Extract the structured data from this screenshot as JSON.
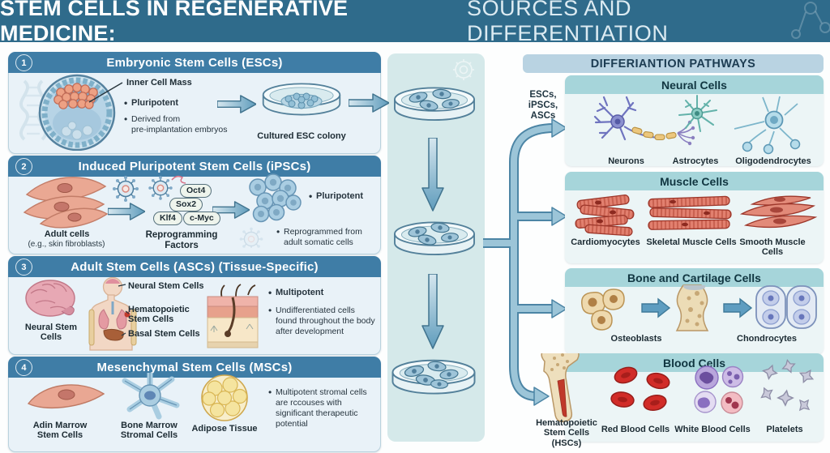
{
  "header": {
    "title_strong": "STEM CELLS IN REGENERATIVE MEDICINE:",
    "title_rest": "SOURCES AND DIFFERENTIATION"
  },
  "panel1": {
    "num": "1",
    "title": "Embryonic Stem Cells (ESCs)",
    "callout": "Inner Cell Mass",
    "bullet_bold": "Pluripotent",
    "bullet": "Derived from\npre-implantation embryos",
    "caption": "Cultured ESC colony"
  },
  "panel2": {
    "num": "2",
    "title": "Induced Pluripotent Stem Cells (iPSCs)",
    "cells_label": "Adult cells",
    "cells_sublabel": "(e.g., skin fibroblasts)",
    "factors": [
      "Oct4",
      "Sox2",
      "Klf4",
      "c-Myc"
    ],
    "factors_label": "Reprogramming\nFactors",
    "bullet_bold": "Pluripotent",
    "bullet": "Reprogrammed from\nadult somatic cells"
  },
  "panel3": {
    "num": "3",
    "title": "Adult Stem Cells (ASCs) (Tissue-Specific)",
    "brain_label": "Neural Stem\nCells",
    "callout1": "Neural Stem Cells",
    "callout2": "Hematopoietic\nStem Cells",
    "callout3": "Basal Stem Cells",
    "bullet_bold": "Multipotent",
    "bullet": "Undifferentiated cells\nfound throughout the body\nafter development"
  },
  "panel4": {
    "num": "4",
    "title": "Mesenchymal Stem Cells (MSCs)",
    "item1": "Adin Marrow\nStem Cells",
    "item2": "Bone Marrow\nStromal Cells",
    "item3": "Adipose Tissue",
    "bullet": "Multipotent stromal cells\nare rccouses with\nsignificant therapeutic\npotential"
  },
  "pathways": {
    "title": "DIFFERIANTION PATHWAYS",
    "origin": "ESCs,\niPSCs,\nASCs",
    "neural": {
      "title": "Neural Cells",
      "items": [
        "Neurons",
        "Astrocytes",
        "Oligodendrocytes"
      ]
    },
    "muscle": {
      "title": "Muscle Cells",
      "items": [
        "Cardiomyocytes",
        "Skeletal Muscle Cells",
        "Smooth Muscle\nCells"
      ]
    },
    "bone": {
      "title": "Bone and Cartilage Cells",
      "items": [
        "Osteoblasts",
        "Chondrocytes"
      ]
    },
    "blood": {
      "title": "Blood Cells",
      "origin_label": "Hematopoietic\nStem Cells\n(HSCs)",
      "items": [
        "Red Blood Cells",
        "White Blood Cells",
        "Platelets"
      ]
    }
  },
  "colors": {
    "header_bg": "#2f6b8b",
    "panel_header_bg": "#3f7da6",
    "pathway_header_bg": "#b9d3e2",
    "subpanel_header_bg": "#a6d5da",
    "arrow_blue": "#5f9cbc",
    "salmon_cell": "#eaa893",
    "blue_cell": "#a9cde2"
  }
}
